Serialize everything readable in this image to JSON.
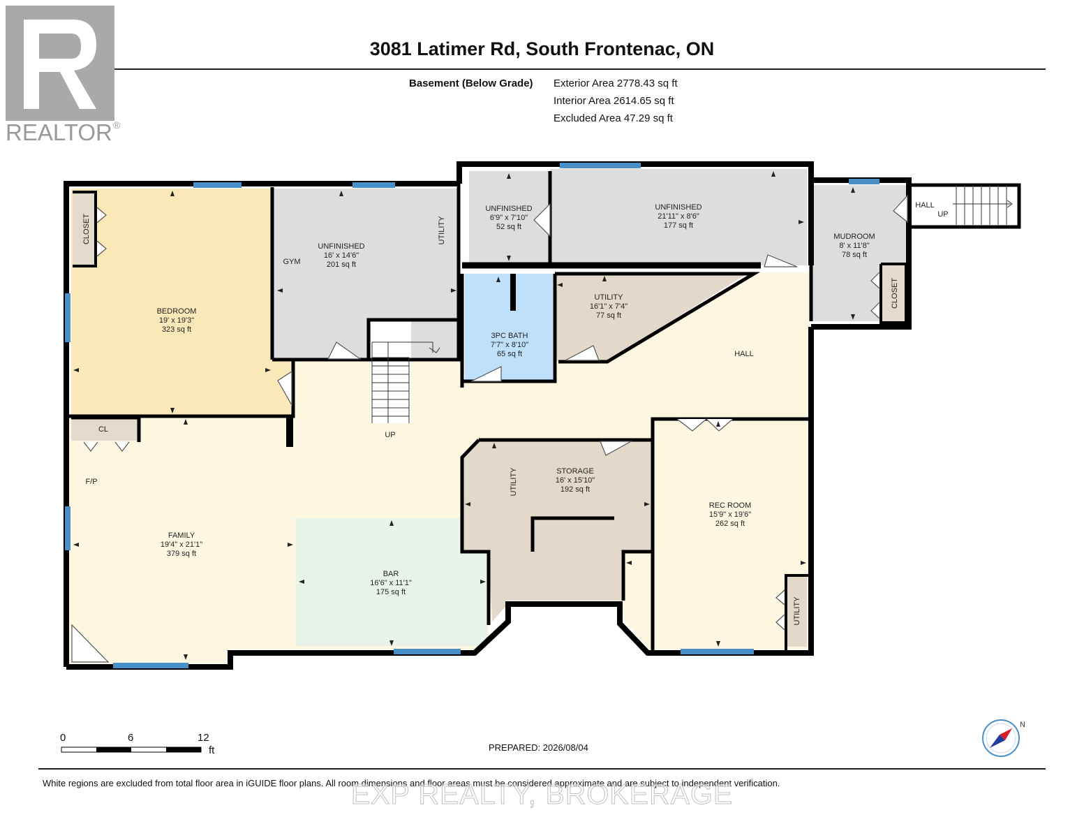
{
  "header": {
    "title": "3081 Latimer Rd, South Frontenac, ON",
    "level": "Basement (Below Grade)",
    "areas": [
      "Exterior Area 2778.43 sq ft",
      "Interior Area 2614.65 sq ft",
      "Excluded Area 47.29 sq ft"
    ]
  },
  "logo": {
    "text": "REALTOR",
    "mark": "®"
  },
  "colors": {
    "wall": "#000000",
    "window": "#4a90c8",
    "bedroom": "#fbe8b8",
    "family": "#fdf6e1",
    "bar": "#e8f3e9",
    "unfinished": "#dddddd",
    "utility": "#e2d9cb",
    "bath": "#bfe0fa",
    "closet": "#e3dbcd"
  },
  "rooms": {
    "bedroom": {
      "name": "BEDROOM",
      "dims": "19' x 19'3\"",
      "area": "323 sq ft"
    },
    "gym_unfinished": {
      "name": "UNFINISHED",
      "dims": "16' x 14'6\"",
      "area": "201 sq ft"
    },
    "unfinished_small": {
      "name": "UNFINISHED",
      "dims": "6'9\" x 7'10\"",
      "area": "52 sq ft"
    },
    "unfinished_large": {
      "name": "UNFINISHED",
      "dims": "21'11\" x 8'6\"",
      "area": "177 sq ft"
    },
    "mudroom": {
      "name": "MUDROOM",
      "dims": "8' x 11'8\"",
      "area": "78 sq ft"
    },
    "bath": {
      "name": "3PC BATH",
      "dims": "7'7\" x 8'10\"",
      "area": "65 sq ft"
    },
    "utility_mid": {
      "name": "UTILITY",
      "dims": "16'1\" x 7'4\"",
      "area": "77 sq ft"
    },
    "storage": {
      "name": "STORAGE",
      "dims": "16' x 15'10\"",
      "area": "192 sq ft"
    },
    "rec_room": {
      "name": "REC ROOM",
      "dims": "15'9\" x 19'6\"",
      "area": "262 sq ft"
    },
    "family": {
      "name": "FAMILY",
      "dims": "19'4\" x 21'1\"",
      "area": "379 sq ft"
    },
    "bar": {
      "name": "BAR",
      "dims": "16'6\" x 11'1\"",
      "area": "175 sq ft"
    }
  },
  "labels": {
    "closet": "CLOSET",
    "cl": "CL",
    "gym": "GYM",
    "utility": "UTILITY",
    "hall": "HALL",
    "up": "UP",
    "fp": "F/P"
  },
  "scale": {
    "ticks": [
      "0",
      "6",
      "12"
    ],
    "unit": "ft"
  },
  "compass": {
    "north": "N"
  },
  "footer": {
    "prepared": "PREPARED: 2026/08/04",
    "disclaimer": "White regions are excluded from total floor area in iGUIDE floor plans. All room dimensions and floor areas must be considered approximate and are subject to independent verification.",
    "watermark": "EXP REALTY, BROKERAGE"
  }
}
